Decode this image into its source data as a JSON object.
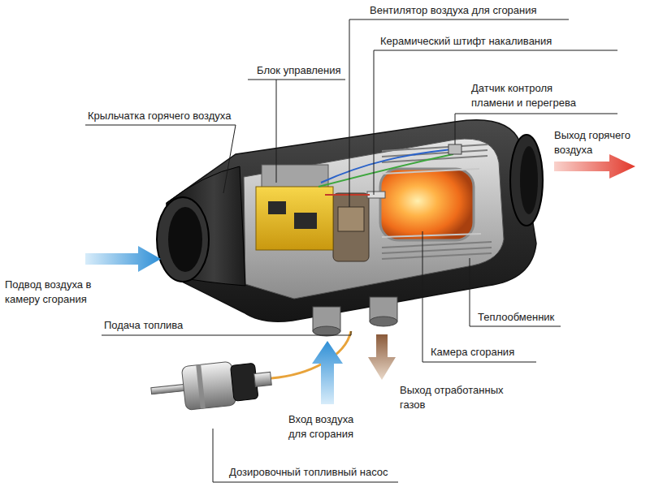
{
  "diagram": {
    "labels": [
      "Вентилятор воздуха для сгорания",
      "Керамический штифт накаливания",
      "Блок управления",
      "Датчик контроля пламени и перегрева",
      "Крыльчатка горячего воздуха",
      "Выход горячего воздуха",
      "Подвод воздуха в камеру сгорания",
      "Теплообменник",
      "Подача топлива",
      "Камера сгорания",
      "Вход воздуха для сгорания",
      "Выход отработанных газов",
      "Дозировочный топливный насос"
    ]
  }
}
